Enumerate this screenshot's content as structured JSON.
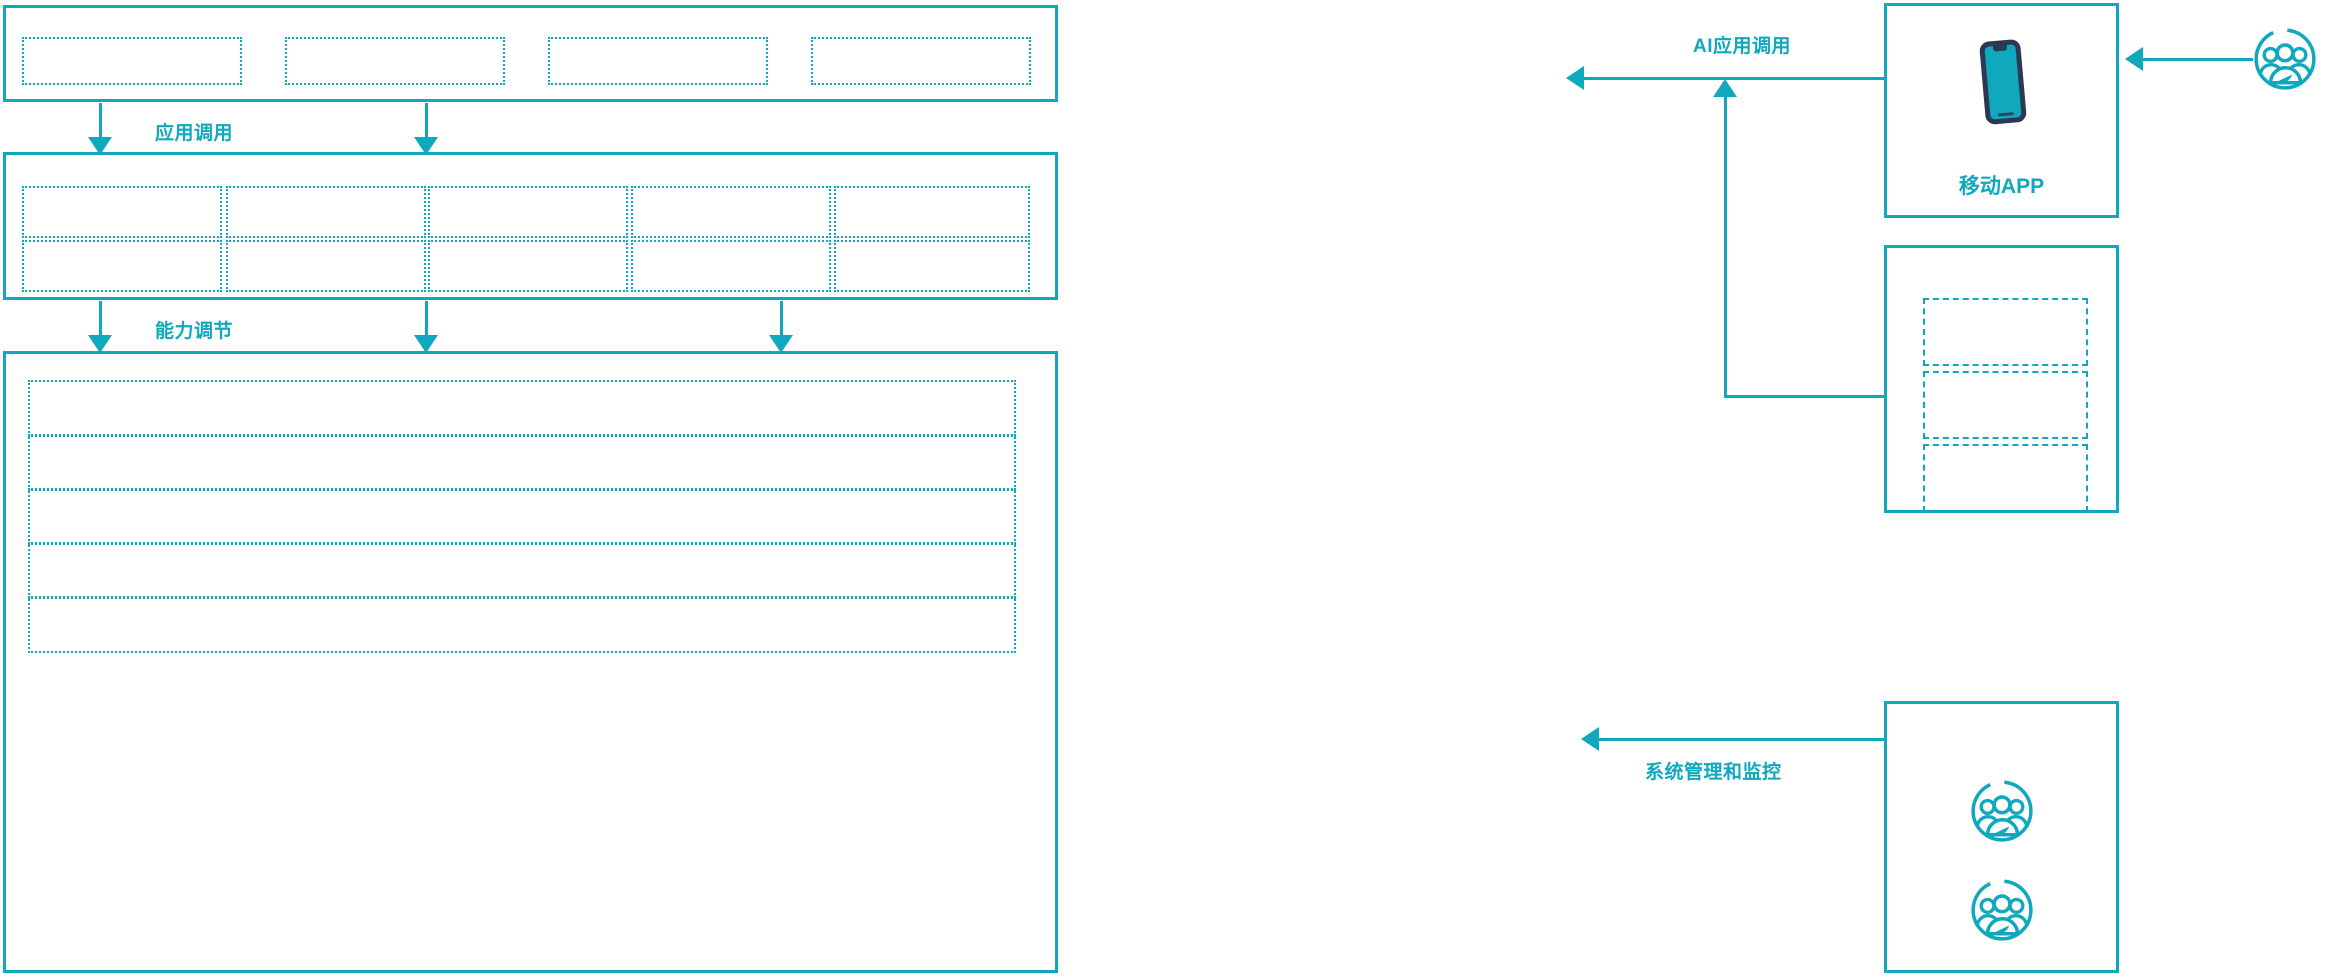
{
  "theme": {
    "accent": "#0FA8BD",
    "phone_outline": "#2B3A52",
    "background": "#FFFFFF"
  },
  "flow_labels": {
    "app_call": "应用调用",
    "capability_adjust": "能力调节",
    "ai_app_call": "AI应用调用",
    "system_mgmt_monitor": "系统管理和监控"
  },
  "left_stack": {
    "layers": [
      {
        "name": "application-layer",
        "cells": [
          "",
          "",
          "",
          ""
        ],
        "columns": 4,
        "rows": 1
      },
      {
        "name": "capability-layer",
        "cells": [
          "",
          "",
          "",
          "",
          "",
          "",
          "",
          "",
          "",
          ""
        ],
        "columns": 5,
        "rows": 2
      },
      {
        "name": "infrastructure-layer",
        "cells": [
          "",
          "",
          "",
          "",
          ""
        ],
        "columns": 1,
        "rows": 5
      }
    ]
  },
  "right_panels": [
    {
      "name": "mobile-app-panel",
      "caption": "移动APP",
      "icon": "mobile-phone-icon",
      "cells": []
    },
    {
      "name": "app-list-panel",
      "caption": "",
      "icon": "",
      "cells": [
        "",
        "",
        ""
      ]
    },
    {
      "name": "operators-panel",
      "caption": "",
      "icon": "user-group-icon",
      "cells": [],
      "icon_count": 2
    }
  ],
  "actors": [
    {
      "name": "end-user-actor",
      "icon": "user-group-icon",
      "label": ""
    }
  ]
}
